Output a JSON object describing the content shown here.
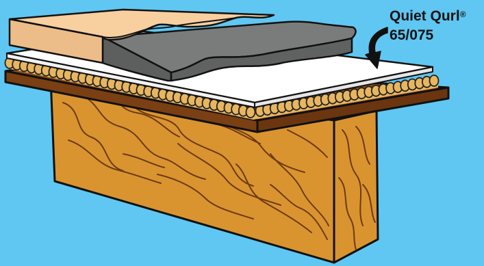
{
  "callout": {
    "product_name": "Quiet Qurl",
    "registered_mark": "®",
    "product_code": "65/075"
  },
  "colors": {
    "background": "#5fc7f2",
    "joist_wood": "#d99430",
    "subfloor": "#7a3f12",
    "underlayment_coil": "#c98a2c",
    "membrane": "#ffffff",
    "tile_gray": "#6a6c6c",
    "wood_flooring": "#f6c89a",
    "outline": "#111111"
  },
  "layers": [
    "wood-flooring",
    "stone-tile",
    "underlayment-membrane",
    "quiet-qurl-mat",
    "subfloor",
    "joist"
  ]
}
